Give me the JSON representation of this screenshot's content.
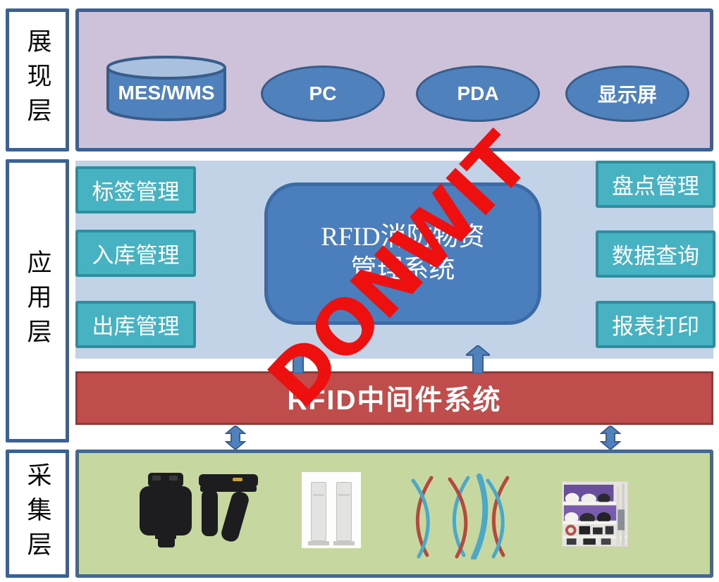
{
  "watermark": {
    "text": "DONWIT",
    "color": "#ee0f0f"
  },
  "layers": {
    "presentation": {
      "label": "展现层",
      "items": [
        {
          "name": "mes-wms",
          "label": "MES/WMS",
          "shape": "cylinder"
        },
        {
          "name": "pc",
          "label": "PC",
          "shape": "ellipse"
        },
        {
          "name": "pda",
          "label": "PDA",
          "shape": "ellipse"
        },
        {
          "name": "display-screen",
          "label": "显示屏",
          "shape": "ellipse"
        }
      ]
    },
    "application": {
      "label": "应用层",
      "left_modules": [
        "标签管理",
        "入库管理",
        "出库管理"
      ],
      "right_modules": [
        "盘点管理",
        "数据查询",
        "报表打印"
      ],
      "core_system": {
        "line1": "RFID消防物资",
        "line2": "管理系统"
      }
    },
    "middleware": {
      "label": "RFID中间件系统"
    },
    "collection": {
      "label": "采集层",
      "devices": [
        "handheld-rfid-readers",
        "rfid-gate-antennas",
        "rfid-tag-arcs",
        "warehouse-shelf-photo"
      ]
    }
  },
  "colors": {
    "presentation_panel": "#cdc2da",
    "application_panel": "#c3d3e7",
    "module_box_fill": "#47b2c1",
    "module_box_border": "#2d8e9f",
    "core_box_fill": "#4a7ebc",
    "core_box_border": "#3b6aa5",
    "node_fill": "#4f81bd",
    "node_border": "#385d8a",
    "cylinder_top": "#a9c1de",
    "middleware_bar": "#bf4d4b",
    "middleware_border": "#8f3a37",
    "collection_panel": "#c6d89f",
    "collection_border": "#44688f",
    "rail_border": "#3a6292",
    "arrow_fill": "#4f81bd",
    "arc_red": "#b5493f",
    "arc_blue": "#4aa8c8",
    "watermark_red": "#ee0f0f"
  }
}
